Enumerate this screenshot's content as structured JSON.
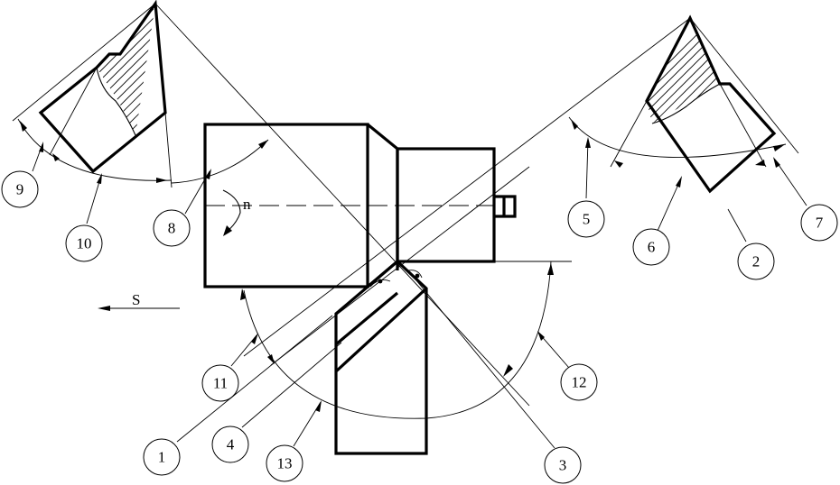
{
  "labels": {
    "n": "n",
    "s": "S"
  },
  "callouts": [
    {
      "id": "1",
      "text": "1"
    },
    {
      "id": "2",
      "text": "2"
    },
    {
      "id": "3",
      "text": "3"
    },
    {
      "id": "4",
      "text": "4"
    },
    {
      "id": "5",
      "text": "5"
    },
    {
      "id": "6",
      "text": "6"
    },
    {
      "id": "7",
      "text": "7"
    },
    {
      "id": "8",
      "text": "8"
    },
    {
      "id": "9",
      "text": "9"
    },
    {
      "id": "10",
      "text": "10"
    },
    {
      "id": "11",
      "text": "11"
    },
    {
      "id": "12",
      "text": "12"
    },
    {
      "id": "13",
      "text": "13"
    }
  ]
}
